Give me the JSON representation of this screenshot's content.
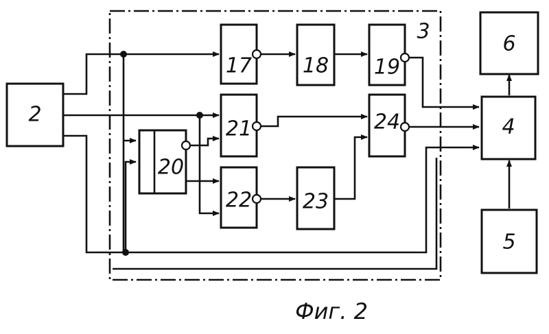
{
  "caption": "Фиг. 2",
  "group_label": "3",
  "blocks": {
    "b2": "2",
    "b4": "4",
    "b5": "5",
    "b6": "6",
    "b17": "17",
    "b18": "18",
    "b19": "19",
    "b20": "20",
    "b21": "21",
    "b22": "22",
    "b23": "23",
    "b24": "24"
  }
}
